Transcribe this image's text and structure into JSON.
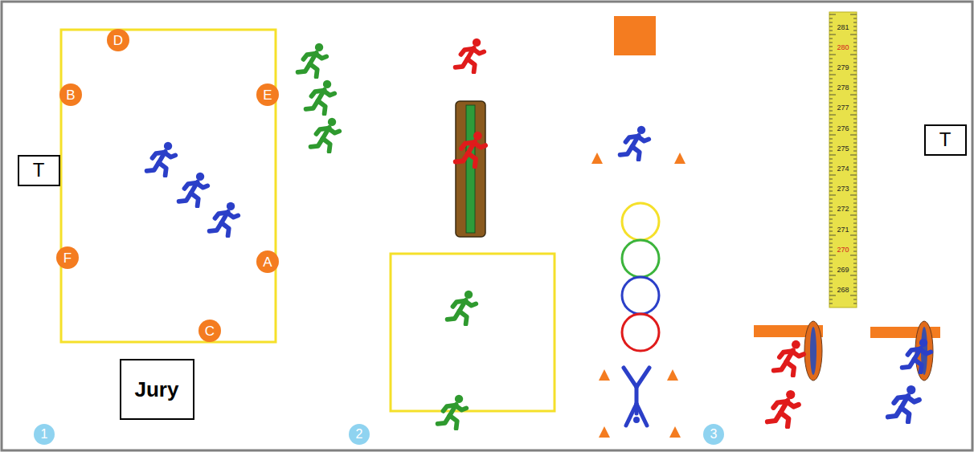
{
  "diagram": {
    "nodes": [
      {
        "text": [
          "D"
        ]
      },
      {
        "text": [
          "B"
        ]
      },
      {
        "text": [
          "E"
        ]
      },
      {
        "text": [
          "T"
        ]
      },
      {
        "text": [
          "F"
        ]
      },
      {
        "text": [
          "A"
        ]
      },
      {
        "text": [
          "C"
        ]
      },
      {
        "text": [
          "Jury"
        ]
      },
      {
        "text": [
          "1"
        ]
      },
      {
        "text": [
          "2"
        ]
      },
      {
        "text": [
          "3"
        ]
      },
      {
        "text": [
          "T"
        ]
      }
    ],
    "labels": [
      "281",
      "280",
      "279",
      "278",
      "277",
      "276",
      "275",
      "274",
      "273",
      "272",
      "271",
      "270",
      "269",
      "268"
    ]
  }
}
